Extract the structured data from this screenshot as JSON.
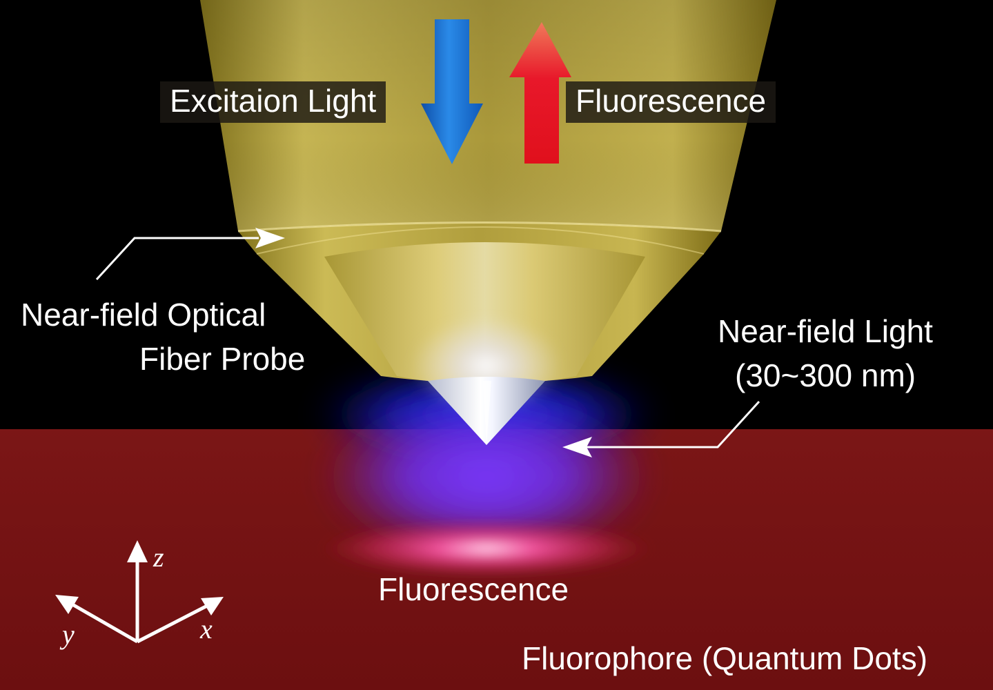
{
  "labels": {
    "excitation_light": "Excitaion Light",
    "fluorescence_top": "Fluorescence",
    "probe_line1": "Near-field Optical",
    "probe_line2": "Fiber Probe",
    "near_field_line1": "Near-field Light",
    "near_field_line2": "(30~300 nm)",
    "fluorescence_bottom": "Fluorescence",
    "fluorophore": "Fluorophore (Quantum Dots)"
  },
  "axes": {
    "z": "z",
    "y": "y",
    "x": "x"
  },
  "colors": {
    "background": "#000000",
    "substrate": "#7a1414",
    "probe": "#c9b84a",
    "excitation_arrow": "#1e6fd0",
    "fluorescence_arrow": "#e01020",
    "near_field_glow": "#5a2cff",
    "fluorescence_spot": "#ff3d8a"
  }
}
